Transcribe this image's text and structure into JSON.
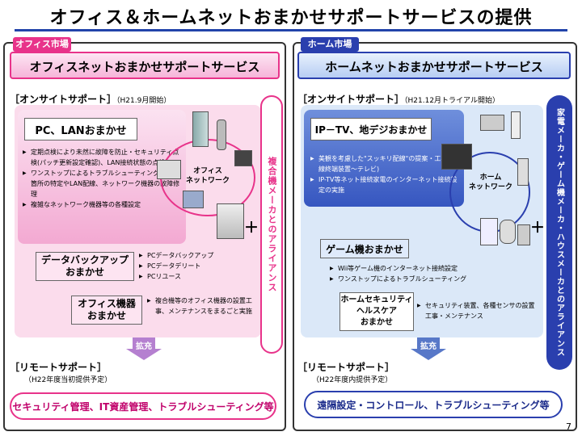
{
  "title": "オフィス＆ホームネットおまかせサポートサービスの提供",
  "page_number": "7",
  "colors": {
    "office": "#e8338a",
    "home": "#2a3fae",
    "office_light": "#f8c6e3",
    "home_light": "#bfd6f5"
  },
  "office": {
    "tag": "オフィス市場",
    "header": "オフィスネットおまかせサポートサービス",
    "onsite_label": "［オンサイトサポート］",
    "onsite_note": "（H21.9月開始）",
    "pc_lan_title": "PC、LANおまかせ",
    "pc_lan_items": [
      "定期点検により未然に故障を防止・セキュリティ点検(パッチ更新設定確認)、LAN接続状態の点検",
      "ワンストップによるトラブルシューティング・故障箇所の特定やLAN配線、ネットワーク機器の故障修理",
      "複雑なネットワーク機器等の各種設定"
    ],
    "network_label": "オフィス\nネットワーク",
    "backup_title": "データバックアップ\nおまかせ",
    "backup_items": [
      "PCデータバックアップ",
      "PCデータデリート",
      "PCリユース"
    ],
    "equipment_title": "オフィス機器\nおまかせ",
    "equipment_items": [
      "複合機等のオフィス機器の設置工事、メンテナンスをまるごと実施"
    ],
    "alliance": "複合機メーカとのアライアンス",
    "plus": "＋",
    "expand": "拡充",
    "remote_label": "［リモートサポート］",
    "remote_note": "（H22年度当初提供予定）",
    "remote_services": "セキュリティ管理、IT資産管理、トラブルシューティング等"
  },
  "home": {
    "tag": "ホーム市場",
    "header": "ホームネットおまかせサポートサービス",
    "onsite_label": "［オンサイトサポート］",
    "onsite_note": "（H21.12月トライアル開始）",
    "iptv_title": "IP－TV、地デジおまかせ",
    "iptv_items": [
      "美観を考慮した\"スッキリ配線\"の提案・工事(回線終端装置～テレビ)",
      "IP-TV等ネット接続家電のインターネット接続設定の実施"
    ],
    "network_label": "ホーム\nネットワーク",
    "game_title": "ゲーム機おまかせ",
    "game_items": [
      "Wii等ゲーム機のインターネット接続設定",
      "ワンストップによるトラブルシューティング"
    ],
    "security_title": "ホームセキュリティ\nヘルスケア\nおまかせ",
    "security_items": [
      "セキュリティ装置、各種センサの設置工事・メンテナンス"
    ],
    "alliance": "家電メーカ・ゲーム機メーカ・ハウスメーカとのアライアンス",
    "plus": "＋",
    "expand": "拡充",
    "remote_label": "［リモートサポート］",
    "remote_note": "（H22年度内提供予定）",
    "remote_services": "遠隔設定・コントロール、トラブルシューティング等"
  }
}
